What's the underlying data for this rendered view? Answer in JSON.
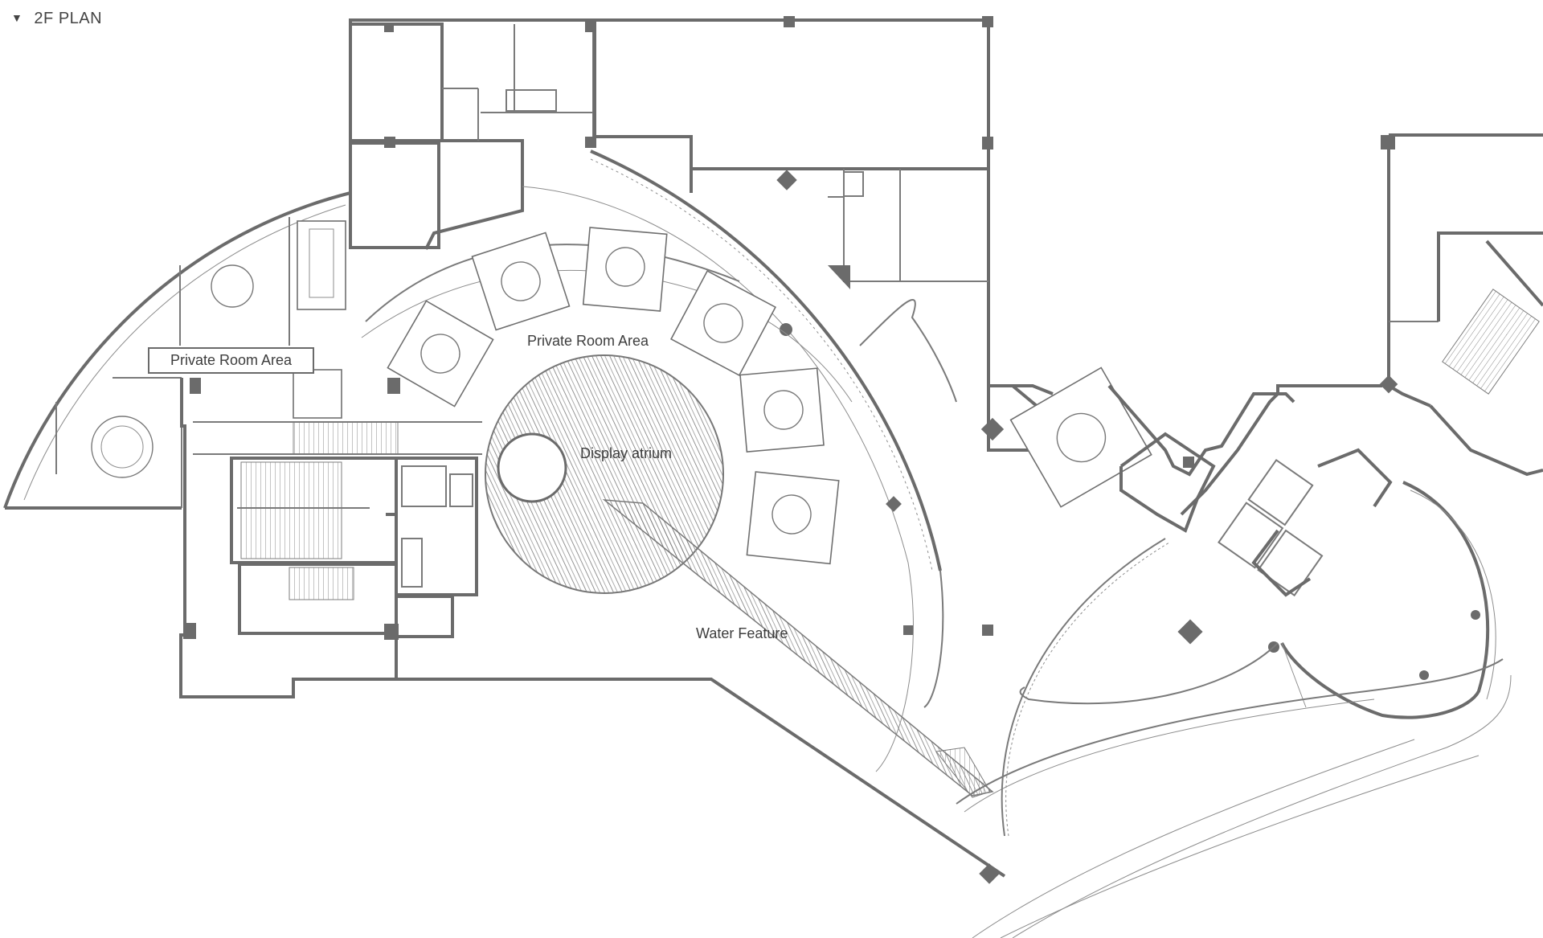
{
  "title": {
    "marker": "▼",
    "text": "2F PLAN"
  },
  "labels": {
    "private_room_area_center": "Private Room Area",
    "private_room_area_left": "Private Room Area",
    "display_atrium": "Display atrium",
    "water_feature": "Water Feature"
  },
  "colors": {
    "wall": "#6b6b6b",
    "line": "#8d8d8d",
    "background": "#ffffff"
  }
}
